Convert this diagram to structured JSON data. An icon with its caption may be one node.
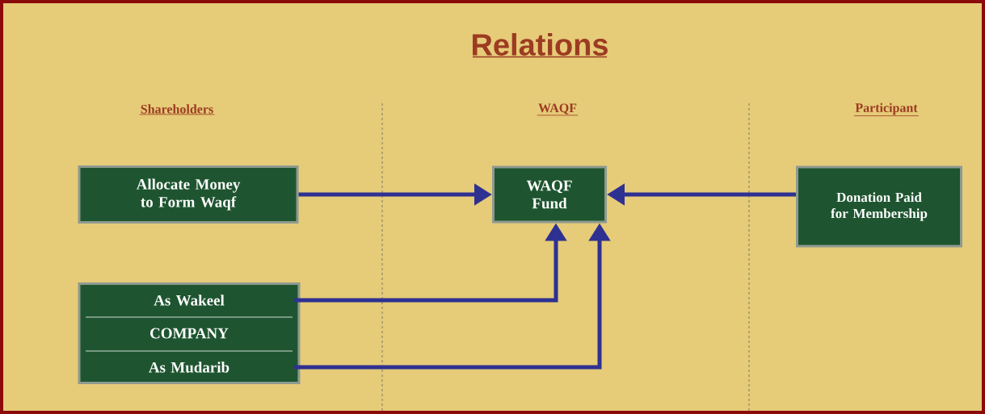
{
  "diagram": {
    "title": "Relations",
    "nodes": [
      {
        "text": [
          "Allocate Money to Form Waqf"
        ]
      },
      {
        "text": [
          "WAQF Fund"
        ]
      },
      {
        "text": [
          "Donation Paid for Membership"
        ]
      },
      {
        "text": [
          "COMPANY"
        ]
      },
      {
        "text": [
          "As Wakeel"
        ],
        "in": 3
      },
      {
        "text": [
          "As Mudarib"
        ],
        "in": 3
      }
    ],
    "edges": [
      {
        "from": 0,
        "to": 1,
        "arrow": "to"
      },
      {
        "from": 2,
        "to": 1,
        "arrow": "to"
      },
      {
        "from": 4,
        "to": 1,
        "arrow": "to"
      },
      {
        "from": 5,
        "to": 1,
        "arrow": "to"
      }
    ],
    "labels": [
      "Shareholders",
      "WAQF",
      "Participant"
    ]
  }
}
